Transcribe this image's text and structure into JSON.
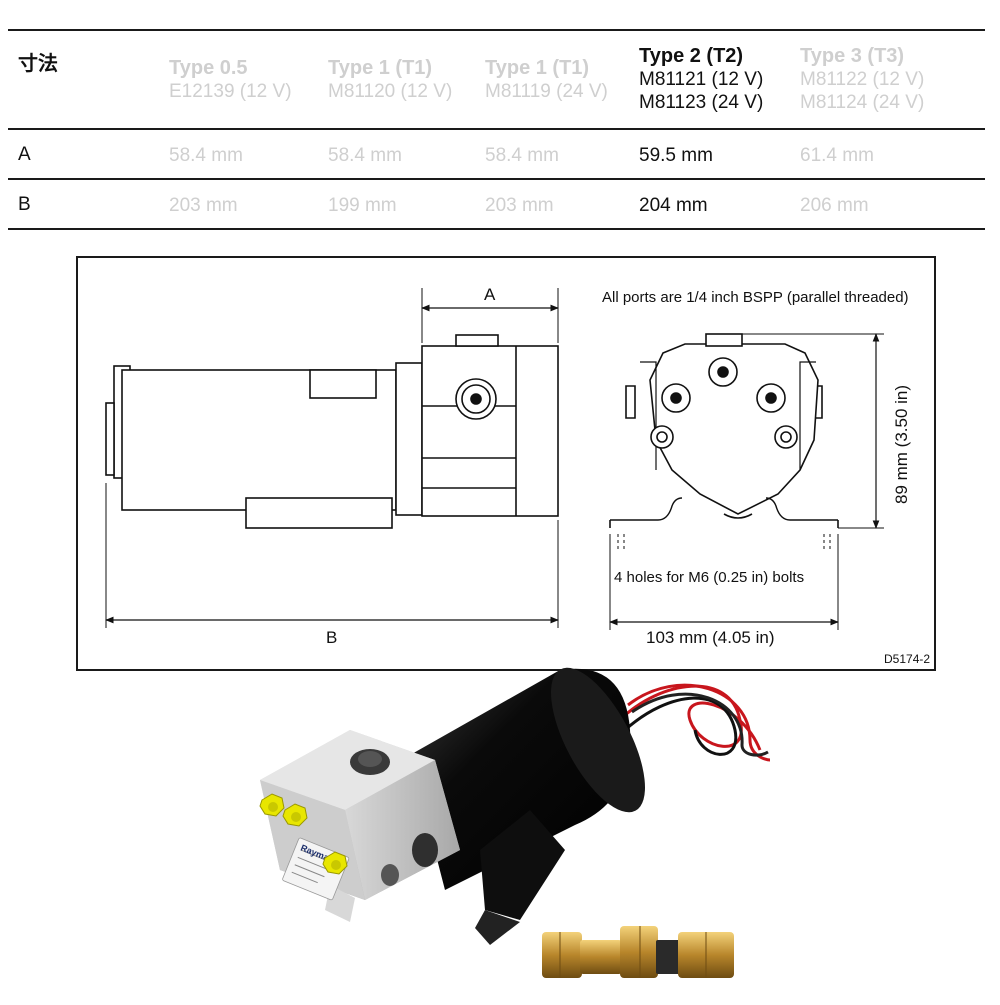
{
  "table": {
    "corner": "寸法",
    "columns": [
      {
        "name": "Type 0.5",
        "lines": [
          "E12139 (12 V)"
        ],
        "active": false
      },
      {
        "name": "Type 1 (T1)",
        "lines": [
          "M81120 (12 V)"
        ],
        "active": false
      },
      {
        "name": "Type 1 (T1)",
        "lines": [
          "M81119 (24 V)"
        ],
        "active": false
      },
      {
        "name": "Type 2 (T2)",
        "lines": [
          "M81121 (12 V)",
          "M81123 (24 V)"
        ],
        "active": true
      },
      {
        "name": "Type 3 (T3)",
        "lines": [
          "M81122 (12 V)",
          "M81124 (24 V)"
        ],
        "active": false
      }
    ],
    "rows": [
      {
        "label": "A",
        "values": [
          "58.4 mm",
          "58.4 mm",
          "58.4 mm",
          "59.5 mm",
          "61.4 mm"
        ]
      },
      {
        "label": "B",
        "values": [
          "203 mm",
          "199 mm",
          "203 mm",
          "204 mm",
          "206 mm"
        ]
      }
    ]
  },
  "drawing": {
    "dim_a_label": "A",
    "dim_b_label": "B",
    "ports_note": "All ports are 1/4 inch BSPP (parallel threaded)",
    "height_label": "89 mm (3.50 in)",
    "holes_note": "4 holes for M6 (0.25 in) bolts",
    "width_label": "103 mm (4.05 in)",
    "drawing_code": "D5174-2"
  },
  "photo": {
    "brand_text": "Raymarine"
  }
}
